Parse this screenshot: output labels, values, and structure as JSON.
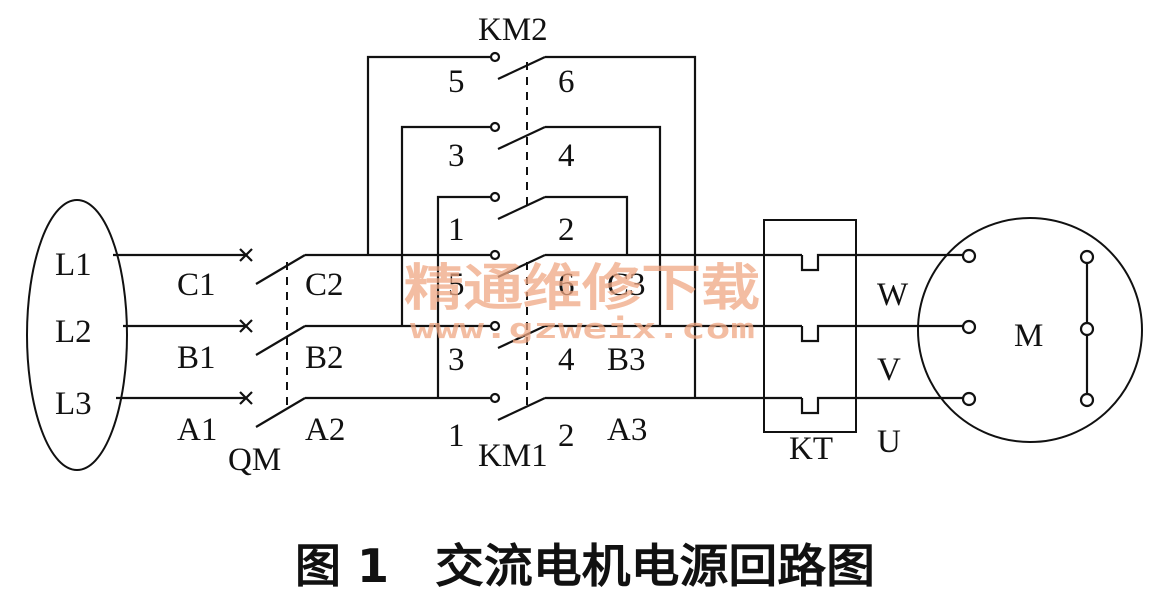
{
  "diagram": {
    "source_labels": [
      "L1",
      "L2",
      "L3"
    ],
    "breaker": {
      "name": "QM",
      "line_terminals": [
        "C1",
        "B1",
        "A1"
      ],
      "load_terminals": [
        "C2",
        "B2",
        "A2"
      ]
    },
    "contactor_km1": {
      "name": "KM1",
      "upper_contacts": [
        "5",
        "3",
        "1"
      ],
      "lower_contacts": [
        "6",
        "4",
        "2"
      ],
      "output_terminals": [
        "C3",
        "B3",
        "A3"
      ]
    },
    "contactor_km2": {
      "name": "KM2",
      "upper_contacts": [
        "5",
        "3",
        "1"
      ],
      "lower_contacts": [
        "6",
        "4",
        "2"
      ]
    },
    "thermal_relay": {
      "name": "KT"
    },
    "motor": {
      "name": "M",
      "terminals": [
        "W",
        "V",
        "U"
      ]
    },
    "watermark": {
      "text": "精通维修下载",
      "url": "www.gzweix.com",
      "color": "#f0a783"
    }
  },
  "caption": {
    "figure_number": "图 1",
    "title": "交流电机电源回路图"
  }
}
